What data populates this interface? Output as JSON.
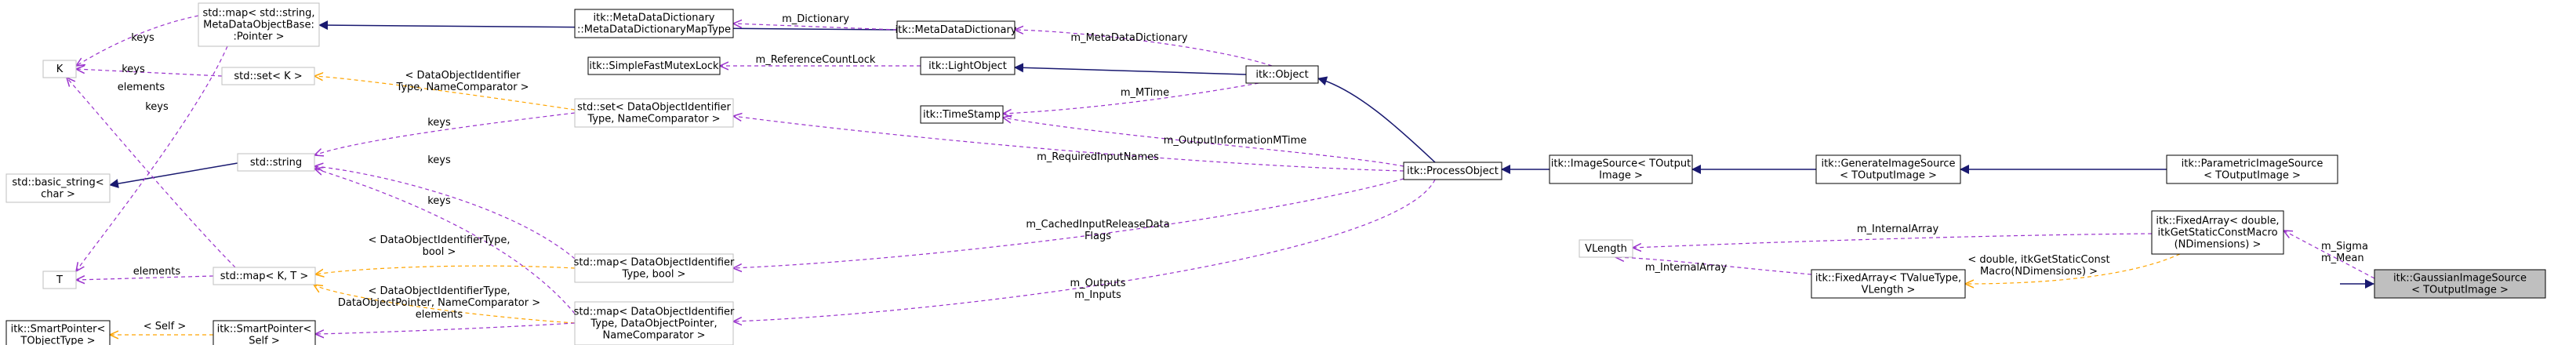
{
  "nodes": [
    {
      "id": "gaussian",
      "lines": [
        "itk::GaussianImageSource",
        "< TOutputImage >"
      ],
      "style": "highlight"
    },
    {
      "id": "parametric",
      "lines": [
        "itk::ParametricImageSource",
        "< TOutputImage >"
      ],
      "style": "solid"
    },
    {
      "id": "generate",
      "lines": [
        "itk::GenerateImageSource",
        "< TOutputImage >"
      ],
      "style": "solid"
    },
    {
      "id": "imagesource",
      "lines": [
        "itk::ImageSource< TOutput",
        "Image >"
      ],
      "style": "solid"
    },
    {
      "id": "processobject",
      "lines": [
        "itk::ProcessObject"
      ],
      "style": "solid"
    },
    {
      "id": "object",
      "lines": [
        "itk::Object"
      ],
      "style": "solid"
    },
    {
      "id": "lightobject",
      "lines": [
        "itk::LightObject"
      ],
      "style": "solid"
    },
    {
      "id": "metadict",
      "lines": [
        "itk::MetaDataDictionary"
      ],
      "style": "solid"
    },
    {
      "id": "metamaptype",
      "lines": [
        "itk::MetaDataDictionary",
        "::MetaDataDictionaryMapType"
      ],
      "style": "solid"
    },
    {
      "id": "mutexlock",
      "lines": [
        "itk::SimpleFastMutexLock"
      ],
      "style": "solid"
    },
    {
      "id": "timestamp",
      "lines": [
        "itk::TimeStamp"
      ],
      "style": "solid"
    },
    {
      "id": "fixedarray_d",
      "lines": [
        "itk::FixedArray< double,",
        "itkGetStaticConstMacro",
        "(NDimensions) >"
      ],
      "style": "solid"
    },
    {
      "id": "fixedarray_t",
      "lines": [
        "itk::FixedArray< TValueType,",
        "VLength >"
      ],
      "style": "solid"
    },
    {
      "id": "vlength",
      "lines": [
        "VLength"
      ],
      "style": "grey"
    },
    {
      "id": "map_metabase",
      "lines": [
        "std::map< std::string,",
        "MetaDataObjectBase:",
        ":Pointer >"
      ],
      "style": "grey"
    },
    {
      "id": "K",
      "lines": [
        "K"
      ],
      "style": "grey"
    },
    {
      "id": "set_K",
      "lines": [
        "std::set< K >"
      ],
      "style": "grey"
    },
    {
      "id": "set_ident",
      "lines": [
        "std::set< DataObjectIdentifier",
        "Type, NameComparator >"
      ],
      "style": "grey"
    },
    {
      "id": "basic_string",
      "lines": [
        "std::basic_string<",
        "char >"
      ],
      "style": "grey"
    },
    {
      "id": "string",
      "lines": [
        "std::string"
      ],
      "style": "grey"
    },
    {
      "id": "T",
      "lines": [
        "T"
      ],
      "style": "grey"
    },
    {
      "id": "map_KT",
      "lines": [
        "std::map< K, T >"
      ],
      "style": "grey"
    },
    {
      "id": "map_ident_bool",
      "lines": [
        "std::map< DataObjectIdentifier",
        "Type, bool >"
      ],
      "style": "grey"
    },
    {
      "id": "map_ident_ptr",
      "lines": [
        "std::map< DataObjectIdentifier",
        "Type, DataObjectPointer,",
        "NameComparator >"
      ],
      "style": "grey"
    },
    {
      "id": "smartptr_t",
      "lines": [
        "itk::SmartPointer<",
        "TObjectType >"
      ],
      "style": "solid"
    },
    {
      "id": "smartptr_self",
      "lines": [
        "itk::SmartPointer<",
        "Self >"
      ],
      "style": "solid"
    }
  ],
  "edges": [
    {
      "id": "e1",
      "kind": "inherit",
      "labels": []
    },
    {
      "id": "e2",
      "kind": "inherit",
      "labels": []
    },
    {
      "id": "e3",
      "kind": "inherit",
      "labels": []
    },
    {
      "id": "e4",
      "kind": "inherit",
      "labels": []
    },
    {
      "id": "e5",
      "kind": "inherit",
      "labels": []
    },
    {
      "id": "e6",
      "kind": "inherit",
      "labels": []
    },
    {
      "id": "e7",
      "kind": "inherit",
      "labels": []
    },
    {
      "id": "e8",
      "kind": "inherit",
      "labels": []
    },
    {
      "id": "e9",
      "kind": "use",
      "labels": [
        "m_Sigma",
        "m_Mean"
      ]
    },
    {
      "id": "e10",
      "kind": "use",
      "labels": [
        "m_MetaDataDictionary"
      ]
    },
    {
      "id": "e11",
      "kind": "use",
      "labels": [
        "m_Dictionary"
      ]
    },
    {
      "id": "e12",
      "kind": "use",
      "labels": [
        "m_ReferenceCountLock"
      ]
    },
    {
      "id": "e13",
      "kind": "use",
      "labels": [
        "m_MTime"
      ]
    },
    {
      "id": "e14",
      "kind": "use",
      "labels": [
        "m_OutputInformationMTime"
      ]
    },
    {
      "id": "e15",
      "kind": "use",
      "labels": [
        "m_RequiredInputNames"
      ]
    },
    {
      "id": "e16",
      "kind": "use",
      "labels": [
        "m_CachedInputReleaseData",
        "Flags"
      ]
    },
    {
      "id": "e17",
      "kind": "use",
      "labels": [
        "m_Outputs",
        "m_Inputs"
      ]
    },
    {
      "id": "e18",
      "kind": "use",
      "labels": [
        "m_InternalArray"
      ]
    },
    {
      "id": "e19",
      "kind": "use",
      "labels": [
        "m_InternalArray"
      ]
    },
    {
      "id": "e20",
      "kind": "template",
      "labels": [
        "< double, itkGetStaticConst",
        "Macro(NDimensions) >"
      ]
    },
    {
      "id": "e21",
      "kind": "use",
      "labels": [
        "keys"
      ]
    },
    {
      "id": "e22",
      "kind": "use",
      "labels": [
        "elements"
      ]
    },
    {
      "id": "e23",
      "kind": "use",
      "labels": [
        "keys"
      ]
    },
    {
      "id": "e24",
      "kind": "template",
      "labels": [
        "< DataObjectIdentifier",
        "Type, NameComparator >"
      ]
    },
    {
      "id": "e25",
      "kind": "use",
      "labels": [
        "keys"
      ]
    },
    {
      "id": "e26",
      "kind": "use",
      "labels": [
        "keys"
      ]
    },
    {
      "id": "e27",
      "kind": "use",
      "labels": [
        "keys"
      ]
    },
    {
      "id": "e28",
      "kind": "use",
      "labels": [
        "elements"
      ]
    },
    {
      "id": "e29",
      "kind": "template",
      "labels": [
        "< DataObjectIdentifierType,",
        "bool >"
      ]
    },
    {
      "id": "e30",
      "kind": "template",
      "labels": [
        "< DataObjectIdentifierType,",
        "DataObjectPointer, NameComparator >"
      ]
    },
    {
      "id": "e31",
      "kind": "use",
      "labels": [
        "keys"
      ]
    },
    {
      "id": "e32",
      "kind": "use",
      "labels": [
        "elements"
      ]
    },
    {
      "id": "e33",
      "kind": "template",
      "labels": [
        "< Self >"
      ]
    }
  ],
  "colors": {
    "inherit": "#191970",
    "use": "#9a32cd",
    "template": "#ffa500",
    "solid_border": "#000000",
    "grey_border": "#bfbfbf",
    "highlight_fill": "#bfbfbf",
    "grey_text": "#000000"
  }
}
